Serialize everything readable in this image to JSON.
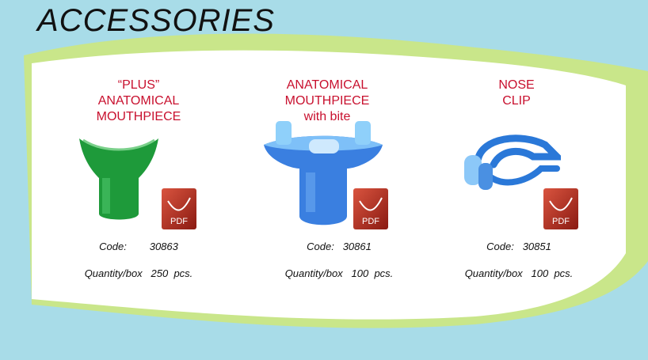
{
  "page": {
    "title": "ACCESSORIES"
  },
  "products": [
    {
      "title": [
        "“PLUS”",
        "ANATOMICAL",
        "MOUTHPIECE"
      ],
      "subtitle": "",
      "code_label": "Code:",
      "code": "30863",
      "qty_label": "Quantity/box",
      "qty": "250  pcs.",
      "pdf_label": "PDF"
    },
    {
      "title": [
        "ANATOMICAL",
        "MOUTHPIECE"
      ],
      "subtitle": "with bite",
      "code_label": "Code:",
      "code": "30861",
      "qty_label": "Quantity/box",
      "qty": "100  pcs.",
      "pdf_label": "PDF"
    },
    {
      "title": [
        "NOSE",
        "CLIP"
      ],
      "subtitle": "",
      "code_label": "Code:",
      "code": "30851",
      "qty_label": "Quantity/box",
      "qty": "100  pcs.",
      "pdf_label": "PDF"
    }
  ],
  "colors": {
    "accent": "#c8102e",
    "background": "#a8dce8",
    "green_band": "#c9e68a"
  }
}
